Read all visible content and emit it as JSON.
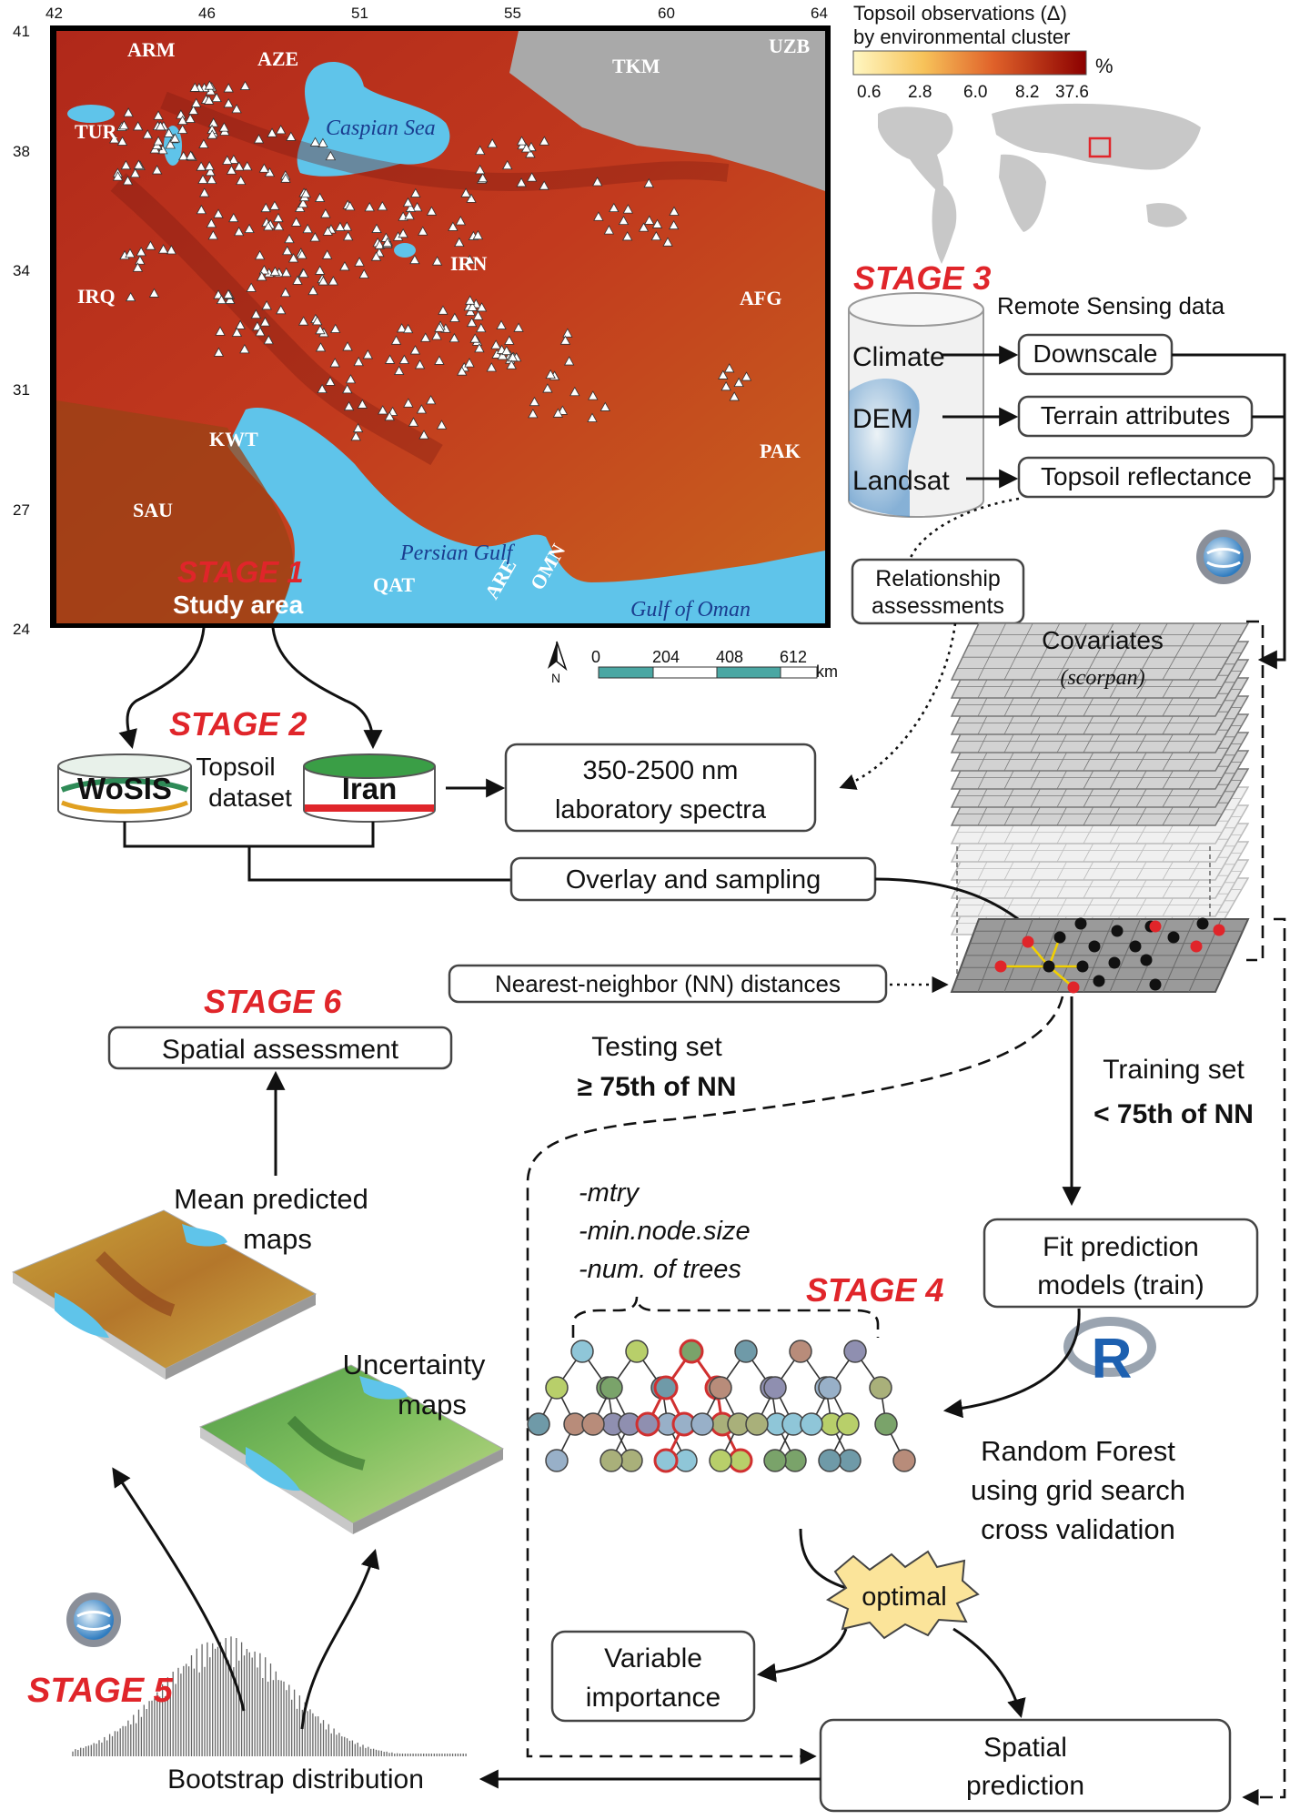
{
  "map": {
    "lon_ticks": [
      "42",
      "46",
      "51",
      "55",
      "60",
      "64"
    ],
    "lat_ticks": [
      "41",
      "38",
      "34",
      "31",
      "27",
      "24"
    ],
    "countries": [
      "ARM",
      "AZE",
      "TKM",
      "UZB",
      "TUR",
      "IRN",
      "IRQ",
      "AFG",
      "KWT",
      "PAK",
      "SAU",
      "QAT",
      "ARE",
      "OMN"
    ],
    "water_labels": [
      "Caspian Sea",
      "Persian Gulf",
      "Gulf of Oman"
    ],
    "scale_values": [
      "0",
      "204",
      "408",
      "612"
    ],
    "scale_unit": "km",
    "north": "N"
  },
  "legend": {
    "title_line1": "Topsoil observations (Δ)",
    "title_line2": "by environmental cluster",
    "unit": "%",
    "ticks": [
      "0.6",
      "2.8",
      "6.0",
      "8.2",
      "37.6"
    ]
  },
  "stage1": {
    "label": "STAGE 1",
    "sub": "Study area"
  },
  "stage2": {
    "label": "STAGE 2",
    "wosis": "WoSIS",
    "iran": "Iran",
    "dataset_line1": "Topsoil",
    "dataset_line2": "dataset",
    "spectra_line1": "350-2500 nm",
    "spectra_line2": "laboratory spectra",
    "overlay": "Overlay and sampling"
  },
  "stage3": {
    "label": "STAGE 3",
    "rs_title": "Remote Sensing data",
    "climate": "Climate",
    "dem": "DEM",
    "landsat": "Landsat",
    "downscale": "Downscale",
    "terrain": "Terrain attributes",
    "reflectance": "Topsoil reflectance",
    "relationship_line1": "Relationship",
    "relationship_line2": "assessments",
    "covariates": "Covariates",
    "scorpan": "(scorpan)"
  },
  "sampling": {
    "nn": "Nearest-neighbor (NN) distances",
    "testing_line1": "Testing set",
    "testing_line2": "≥ 75th of NN",
    "training_line1": "Training set",
    "training_line2": "< 75th of NN"
  },
  "stage4": {
    "label": "STAGE 4",
    "param1": "-mtry",
    "param2": "-min.node.size",
    "param3": "-num. of trees",
    "fit_line1": "Fit prediction",
    "fit_line2": "models (train)",
    "r_logo": "R",
    "rf_line1": "Random Forest",
    "rf_line2": "using grid search",
    "rf_line3": "cross validation",
    "optimal": "optimal",
    "varimp_line1": "Variable",
    "varimp_line2": "importance",
    "spatial_line1": "Spatial",
    "spatial_line2": "prediction"
  },
  "stage5": {
    "label": "STAGE 5",
    "bootstrap": "Bootstrap distribution",
    "uncert_line1": "Uncertainty",
    "uncert_line2": "maps",
    "mean_line1": "Mean predicted",
    "mean_line2": "maps"
  },
  "stage6": {
    "label": "STAGE 6",
    "assessment": "Spatial assessment"
  },
  "colors": {
    "stage_red": "#e0252a",
    "water": "#5fc4ea",
    "terrain_red": "#b8331c",
    "terrain_orange": "#c8641e",
    "gray_land": "#a9a9a9",
    "legend_low": "#fff7c2",
    "legend_high": "#8b0000"
  }
}
